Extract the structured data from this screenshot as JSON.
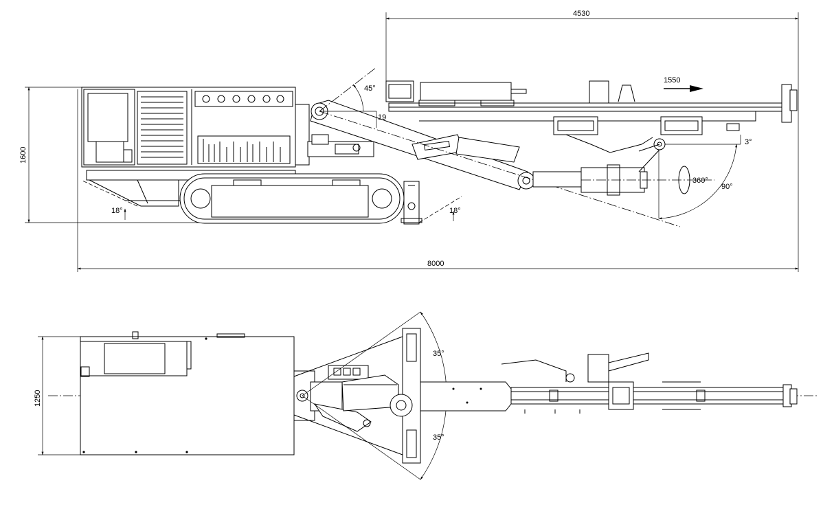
{
  "side_view": {
    "dimensions": {
      "boom_length": "4530",
      "total_length": "8000",
      "height": "1600",
      "feed_travel": "1550"
    },
    "angles": {
      "boom_lift": "45°",
      "boom_down": "19",
      "front_approach": "18°",
      "rear_departure": "18°",
      "feed_tilt": "3°",
      "feed_swing": "90°",
      "rotation": "360°"
    }
  },
  "top_view": {
    "dimensions": {
      "width": "1250"
    },
    "angles": {
      "swing_left": "35°",
      "swing_right": "35°"
    }
  }
}
